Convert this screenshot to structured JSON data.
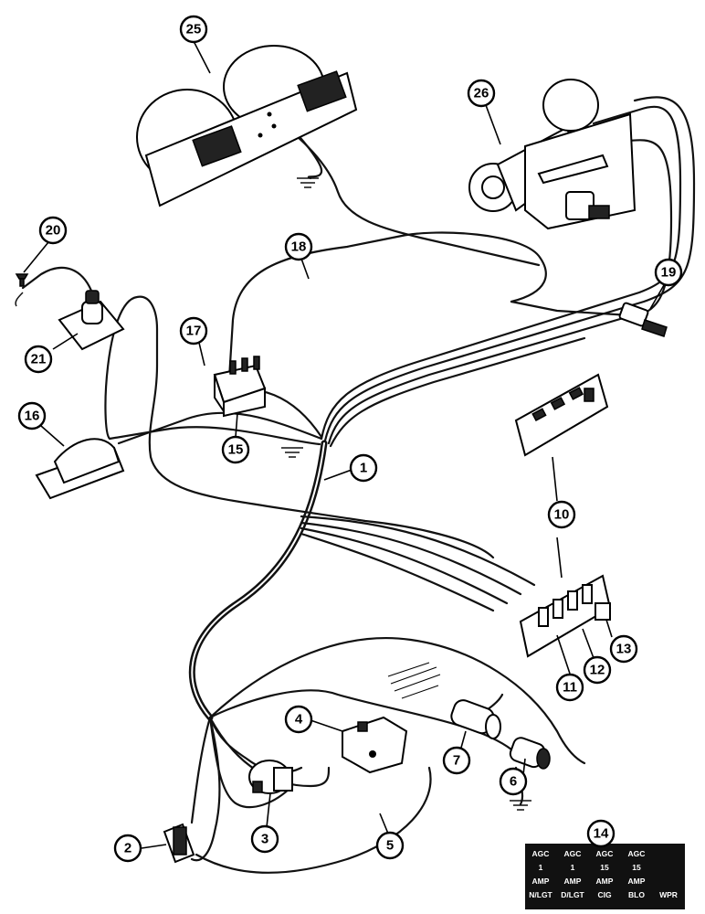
{
  "callouts": [
    "1",
    "2",
    "3",
    "4",
    "5",
    "6",
    "7",
    "10",
    "11",
    "12",
    "13",
    "14",
    "15",
    "16",
    "17",
    "18",
    "19",
    "20",
    "21",
    "25",
    "26"
  ],
  "decal": {
    "columns": [
      [
        "AGC",
        "1",
        "AMP",
        "N/LGT"
      ],
      [
        "AGC",
        "1",
        "AMP",
        "D/LGT"
      ],
      [
        "AGC",
        "15",
        "AMP",
        "CIG"
      ],
      [
        "AGC",
        "15",
        "AMP",
        "BLO"
      ],
      [
        "",
        "",
        "",
        "WPR"
      ]
    ]
  }
}
